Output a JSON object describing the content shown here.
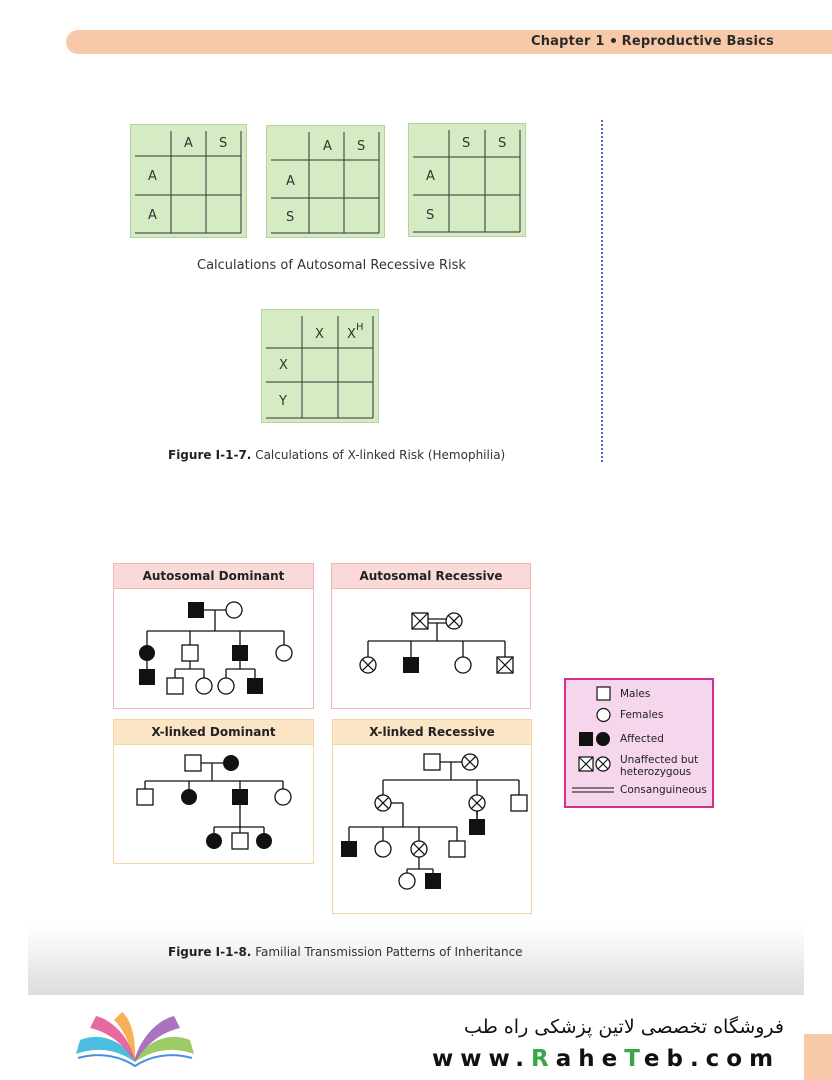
{
  "header": {
    "chapter": "Chapter 1",
    "title": "Reproductive Basics"
  },
  "punnett_squares": [
    {
      "top": [
        "A",
        "S"
      ],
      "left": [
        "A",
        "A"
      ]
    },
    {
      "top": [
        "A",
        "S"
      ],
      "left": [
        "A",
        "S"
      ]
    },
    {
      "top": [
        "S",
        "S"
      ],
      "left": [
        "A",
        "S"
      ]
    }
  ],
  "autosomal_caption": "Calculations of Autosomal Recessive Risk",
  "xlinked_square": {
    "top": [
      "X",
      "X",
      "H"
    ],
    "left": [
      "X",
      "Y"
    ]
  },
  "figure_7": {
    "label": "Figure I-1-7.",
    "text": "Calculations of X-linked Risk (Hemophilia)"
  },
  "pedigrees": {
    "autosomal_dominant": "Autosomal Dominant",
    "autosomal_recessive": "Autosomal Recessive",
    "xlinked_dominant": "X-linked Dominant",
    "xlinked_recessive": "X-linked Recessive"
  },
  "legend": {
    "males": "Males",
    "females": "Females",
    "affected": "Affected",
    "carrier": "Unaffected but heterozygous",
    "consanguineous": "Consanguineous"
  },
  "figure_8": {
    "label": "Figure I-1-8.",
    "text": "Familial Transmission Patterns of Inheritance"
  },
  "footer": {
    "store": "فروشگاه تخصصی لاتین پزشکی  راه طب",
    "url_pre": "www.",
    "url_r": "R",
    "url_mid": "ahe",
    "url_t": "T",
    "url_post": "eb.com"
  }
}
